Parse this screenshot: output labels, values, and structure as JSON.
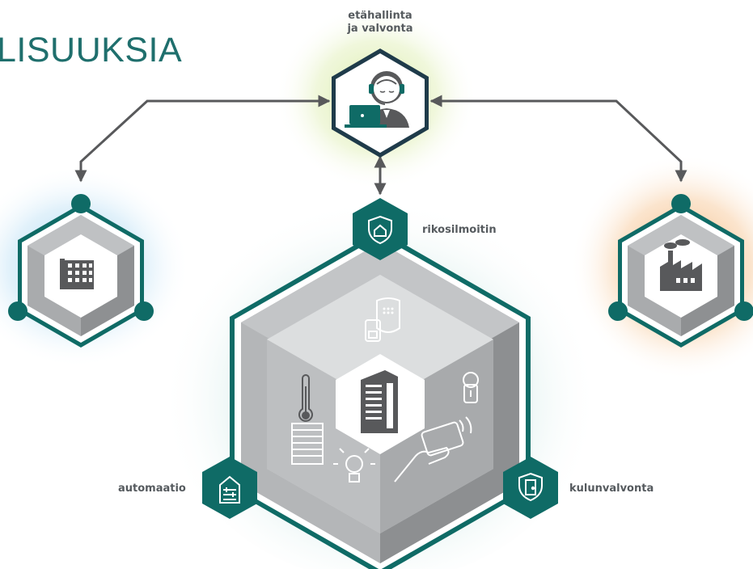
{
  "header": {
    "title_fragment": "LISUUKSIA"
  },
  "labels": {
    "remote_line1": "etähallinta",
    "remote_line2": "ja valvonta",
    "intrusion": "rikosilmoitin",
    "automation": "automaatio",
    "access": "kulunvalvonta"
  },
  "colors": {
    "teal": "#0f6b66",
    "arrow": "#58595b",
    "glow_green": "#c8e08a",
    "glow_blue": "#8cc8e8",
    "glow_orange": "#f2a865"
  }
}
